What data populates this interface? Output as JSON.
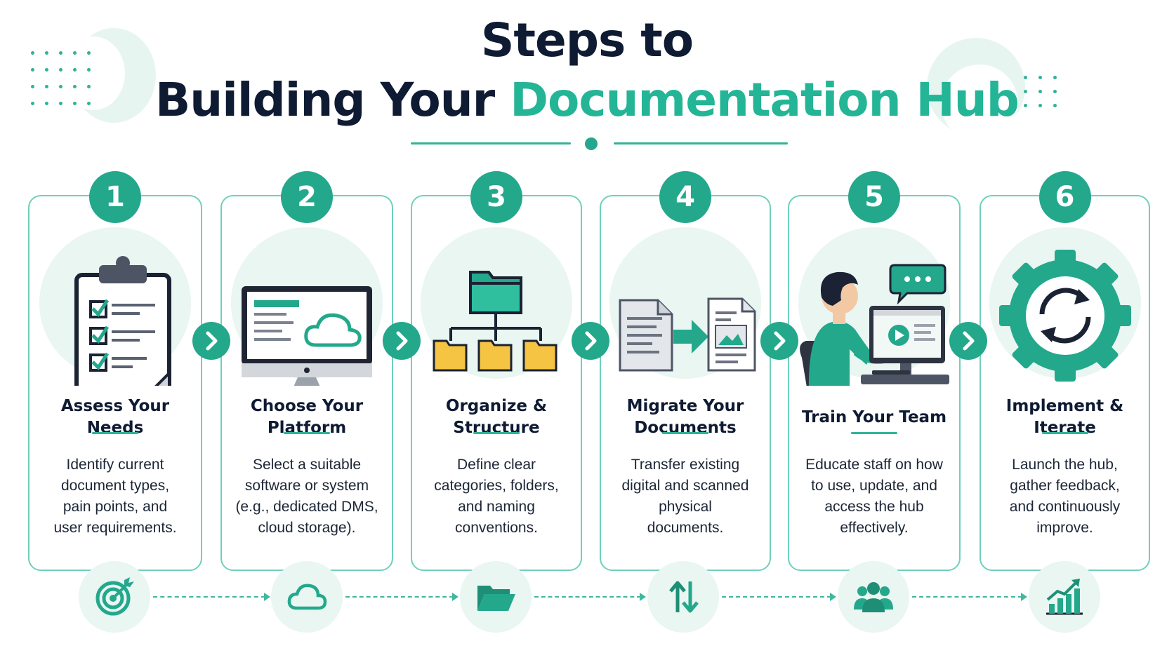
{
  "title": {
    "line1": "Steps to",
    "line2_dark": "Building Your ",
    "line2_accent": "Documentation Hub"
  },
  "colors": {
    "accent": "#23a88c",
    "accent_text": "#23b596",
    "dark_text": "#0f1b33",
    "soft_bg": "#e9f6f1",
    "card_border": "#6fd0bb",
    "folder_yellow": "#f5c443"
  },
  "steps": [
    {
      "number": "1",
      "title": "Assess Your Needs",
      "description": "Identify current\ndocument types,\npain points, and\nuser requirements.",
      "illustration": "clipboard-checklist-icon",
      "bottom_icon": "target-icon"
    },
    {
      "number": "2",
      "title": "Choose Your\nPlatform",
      "description": "Select a suitable\nsoftware or system\n(e.g., dedicated DMS,\ncloud storage).",
      "illustration": "monitor-cloud-icon",
      "bottom_icon": "cloud-icon"
    },
    {
      "number": "3",
      "title": "Organize &\nStructure",
      "description": "Define clear\ncategories, folders,\nand naming\nconventions.",
      "illustration": "folder-hierarchy-icon",
      "bottom_icon": "folder-open-icon"
    },
    {
      "number": "4",
      "title": "Migrate Your\nDocuments",
      "description": "Transfer existing\ndigital and scanned\nphysical\ndocuments.",
      "illustration": "document-transfer-icon",
      "bottom_icon": "up-down-arrows-icon"
    },
    {
      "number": "5",
      "title": "Train Your Team",
      "description": "Educate staff on how\nto use, update, and\naccess the hub\neffectively.",
      "illustration": "person-at-computer-icon",
      "bottom_icon": "team-icon"
    },
    {
      "number": "6",
      "title": "Implement &\nIterate",
      "description": "Launch the hub,\ngather feedback,\nand continuously\nimprove.",
      "illustration": "gear-refresh-icon",
      "bottom_icon": "growth-chart-icon"
    }
  ]
}
